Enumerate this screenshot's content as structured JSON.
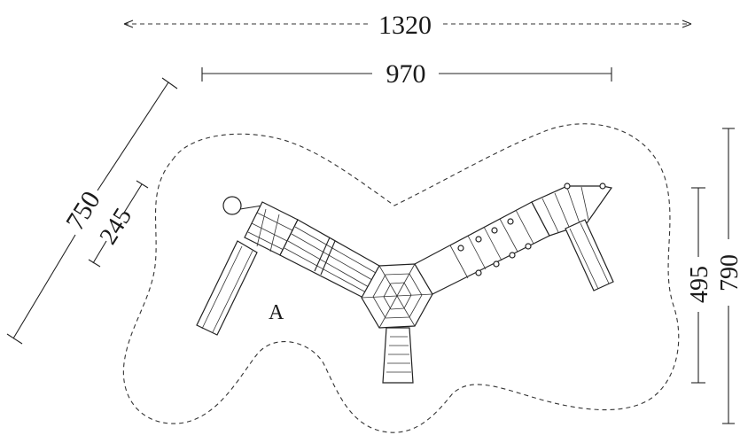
{
  "dimensions": {
    "overall_width": "1320",
    "structure_width": "970",
    "diagonal_length": "750",
    "diagonal_inner": "245",
    "height_inner": "495",
    "height_overall": "790"
  },
  "labels": {
    "zone_a": "A"
  }
}
